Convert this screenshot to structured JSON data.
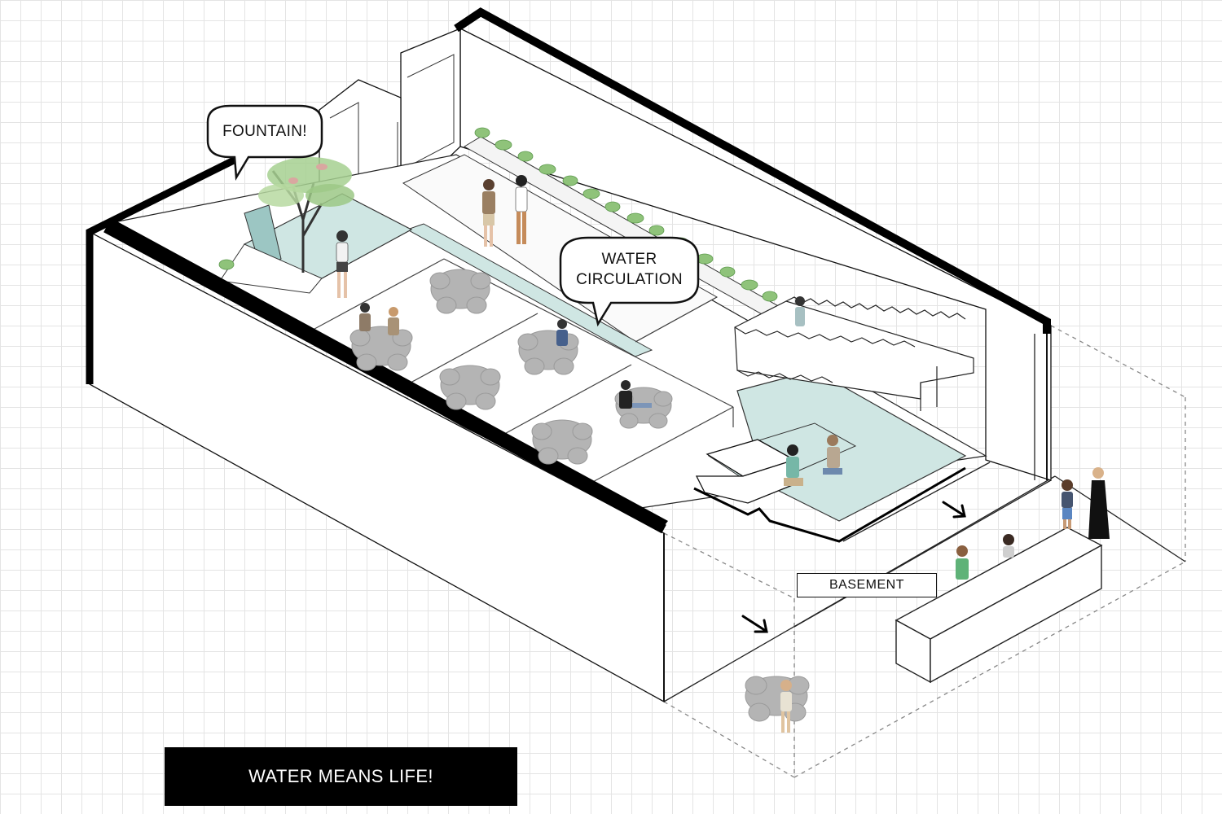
{
  "callouts": {
    "fountain": "FOUNTAIN!",
    "water_line1": "WATER",
    "water_line2": "CIRCULATION"
  },
  "labels": {
    "basement": "BASEMENT"
  },
  "title": "WATER MEANS LIFE!",
  "colors": {
    "water": "#cfe6e3",
    "wall_edge": "#000000",
    "furniture": "#b4b4b4",
    "plant": "#8fc37a",
    "background_grid": "#e4e4e4"
  },
  "icons": [
    "tree-icon",
    "plant-icon",
    "person-icon",
    "table-set-icon",
    "arrow-icon"
  ]
}
